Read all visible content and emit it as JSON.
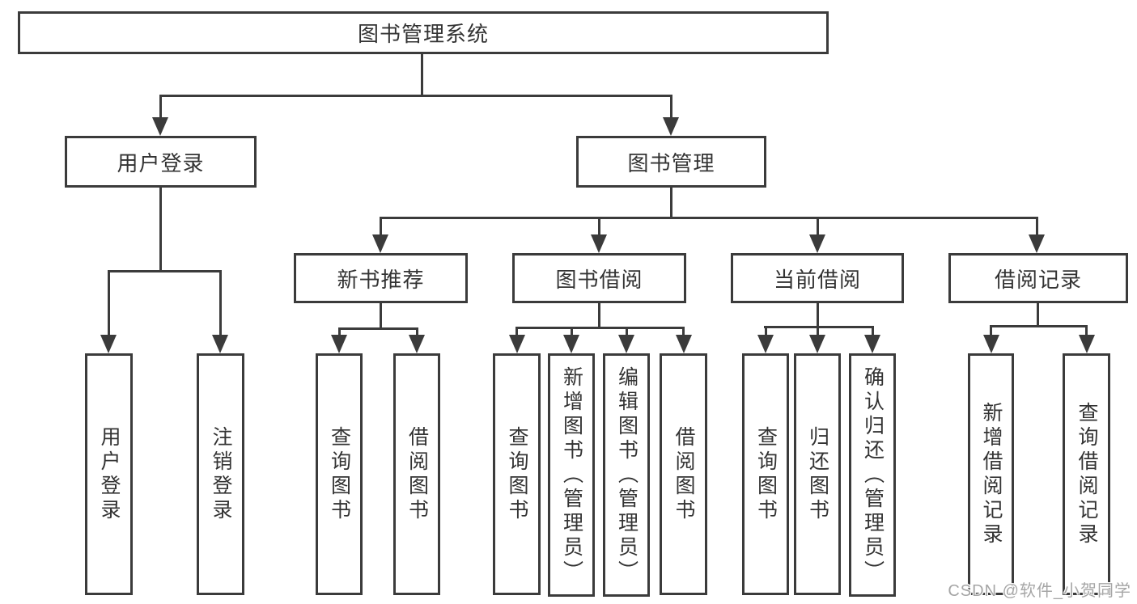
{
  "diagram": {
    "root": {
      "label": "图书管理系统"
    },
    "level1": [
      {
        "label": "用户登录"
      },
      {
        "label": "图书管理"
      }
    ],
    "level2": [
      {
        "label": "新书推荐"
      },
      {
        "label": "图书借阅"
      },
      {
        "label": "当前借阅"
      },
      {
        "label": "借阅记录"
      }
    ],
    "leaves": {
      "login": [
        "用户登录",
        "注销登录"
      ],
      "recommend": [
        "查询图书",
        "借阅图书"
      ],
      "borrow": [
        "查询图书",
        "新增图书（管理员）",
        "编辑图书（管理员）",
        "借阅图书"
      ],
      "current": [
        "查询图书",
        "归还图书",
        "确认归还（管理员）"
      ],
      "records": [
        "新增借阅记录",
        "查询借阅记录"
      ]
    }
  },
  "watermark": {
    "text": "CSDN @软件_小贺同学"
  },
  "colors": {
    "line": "#3b3b3b",
    "text": "#333333",
    "bg": "#ffffff",
    "watermark": "#a6a6a6"
  }
}
